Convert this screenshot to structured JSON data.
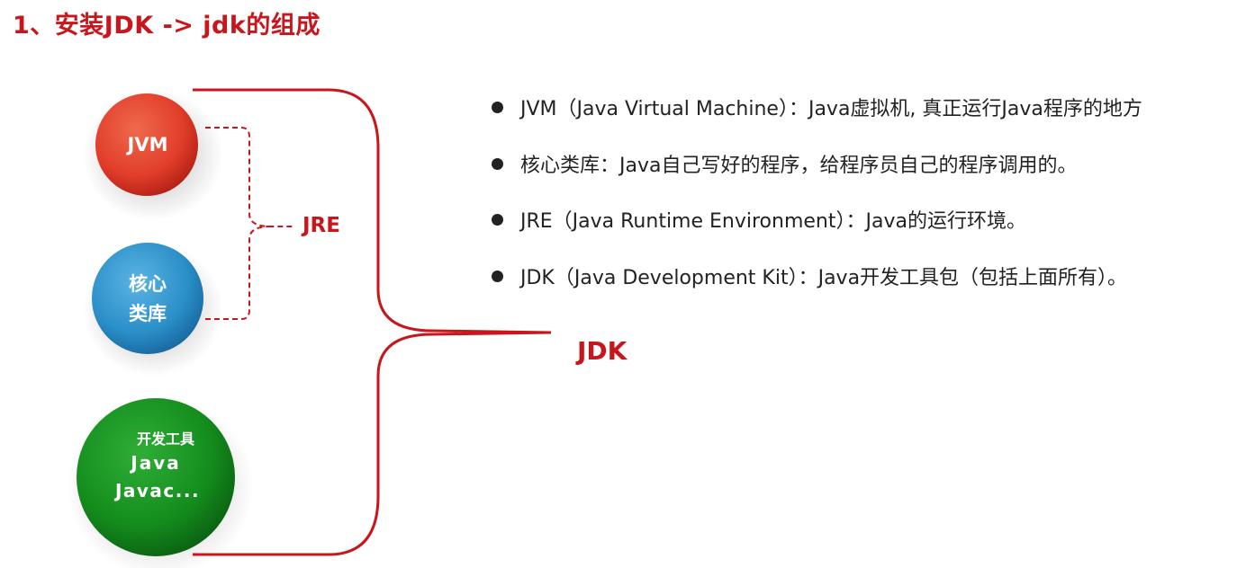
{
  "title": "1、安装JDK -> jdk的组成",
  "colors": {
    "accent": "#c8161d",
    "jvm_circle": "#e13d2a",
    "lib_circle": "#2b8fc8",
    "tools_circle": "#148c1d"
  },
  "components": [
    {
      "id": "jvm",
      "lines": [
        "JVM"
      ],
      "color": "#e13d2a",
      "dark": "#b11f14"
    },
    {
      "id": "lib",
      "lines": [
        "核心",
        "类库"
      ],
      "color": "#2b8fc8",
      "dark": "#17669e"
    },
    {
      "id": "tools",
      "lines": [
        "开发工具",
        "Java",
        "Javac..."
      ],
      "color": "#148c1d",
      "dark": "#0a5f10"
    }
  ],
  "labels": {
    "jre": "JRE",
    "jdk": "JDK"
  },
  "bullets": [
    "JVM（Java Virtual Machine）：Java虚拟机, 真正运行Java程序的地方",
    "核心类库：Java自己写好的程序，给程序员自己的程序调用的。",
    "JRE（Java Runtime Environment）：Java的运行环境。",
    "JDK（Java Development Kit）：Java开发工具包（包括上面所有）。"
  ]
}
